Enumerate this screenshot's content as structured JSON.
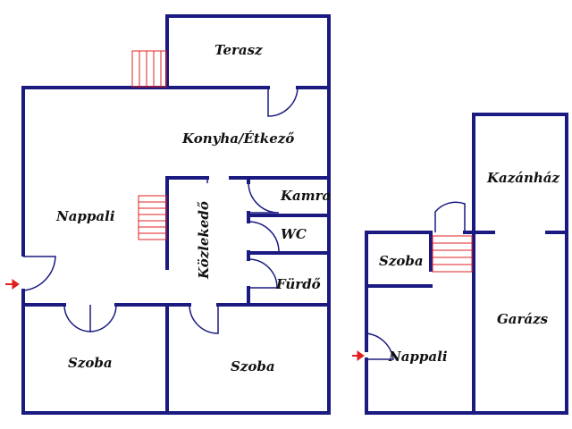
{
  "colors": {
    "wall": "#1a1a80",
    "stairs": "#e02020",
    "entrance_arrow": "#e02020",
    "label": "#111111"
  },
  "rooms": {
    "terasz": "Terasz",
    "konyha": "Konyha/Étkező",
    "nappali_main": "Nappali",
    "kamra": "Kamra",
    "wc": "WC",
    "kozlekedo": "Közlekedő",
    "furdo": "Fürdő",
    "szoba_left": "Szoba",
    "szoba_mid": "Szoba",
    "kazanhaz": "Kazánház",
    "szoba_small": "Szoba",
    "garazs": "Garázs",
    "nappali_small": "Nappali"
  },
  "icons": {
    "entrance": "entrance-arrow-icon",
    "stairs": "stairs-icon",
    "door": "door-swing-icon"
  }
}
